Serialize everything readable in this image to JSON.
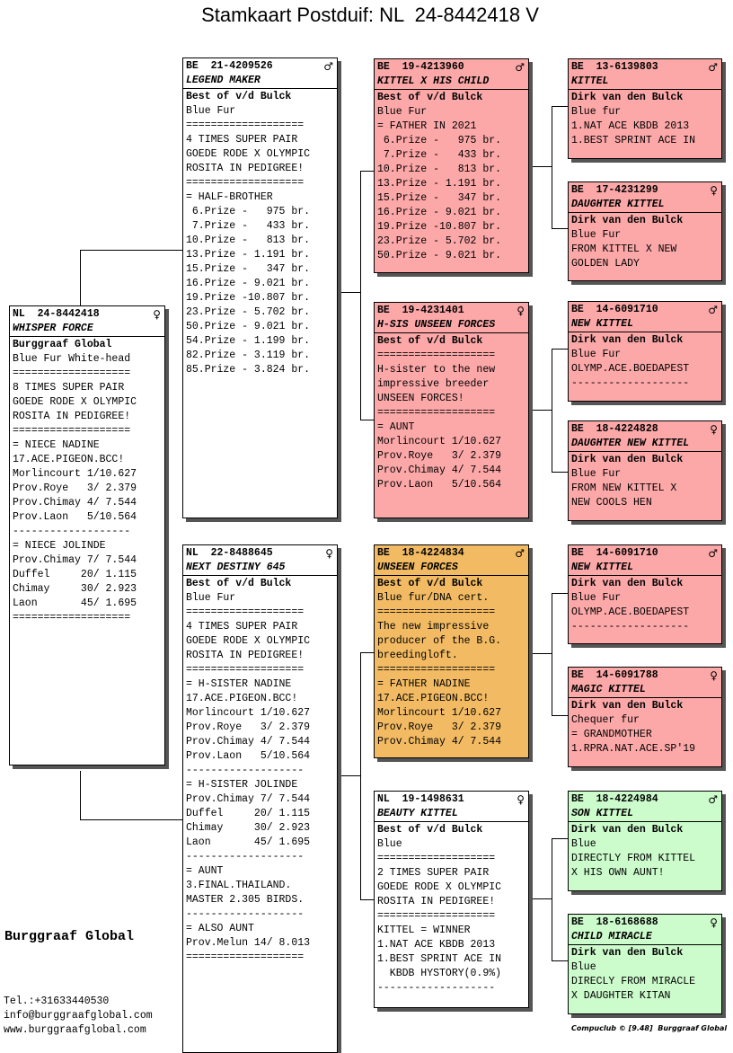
{
  "title": "Stamkaart Postduif: NL  24-8442418 V",
  "brand": "Burggraaf Global",
  "contact": [
    "Tel.:+31633440530",
    "info@burggraafglobal.com",
    "www.burggraafglobal.com"
  ],
  "footer": "Compuclub © [9.48]  Burggraaf Global",
  "symbols": {
    "male": "♂",
    "female": "♀"
  },
  "cards": [
    {
      "id": "subject",
      "color": "white",
      "ring": "NL  24-8442418",
      "sex": "female",
      "name": "WHISPER FORCE",
      "owner": "Burggraaf Global",
      "lines": [
        "Blue Fur White-head",
        "===================",
        "8 TIMES SUPER PAIR",
        "GOEDE RODE X OLYMPIC",
        "ROSITA IN PEDIGREE!",
        "===================",
        "= NIECE NADINE",
        "17.ACE.PIGEON.BCC!",
        "Morlincourt 1/10.627",
        "Prov.Roye   3/ 2.379",
        "Prov.Chimay 4/ 7.544",
        "Prov.Laon   5/10.564",
        "-------------------",
        "= NIECE JOLINDE",
        "Prov.Chimay 7/ 7.544",
        "Duffel     20/ 1.115",
        "Chimay     30/ 2.923",
        "Laon       45/ 1.695",
        "==================="
      ]
    },
    {
      "id": "father",
      "color": "white",
      "ring": "BE  21-4209526",
      "sex": "male",
      "name": "LEGEND MAKER",
      "owner": "Best of v/d Bulck",
      "lines": [
        "Blue Fur",
        "===================",
        "4 TIMES SUPER PAIR",
        "GOEDE RODE X OLYMPIC",
        "ROSITA IN PEDIGREE!",
        "===================",
        "= HALF-BROTHER",
        " 6.Prize -   975 br.",
        " 7.Prize -   433 br.",
        "10.Prize -   813 br.",
        "13.Prize - 1.191 br.",
        "15.Prize -   347 br.",
        "16.Prize - 9.021 br.",
        "19.Prize -10.807 br.",
        "23.Prize - 5.702 br.",
        "50.Prize - 9.021 br.",
        "54.Prize - 1.199 br.",
        "82.Prize - 3.119 br.",
        "85.Prize - 3.824 br."
      ]
    },
    {
      "id": "mother",
      "color": "white",
      "ring": "NL  22-8488645",
      "sex": "female",
      "name": "NEXT DESTINY 645",
      "owner": "Best of v/d Bulck",
      "lines": [
        "Blue Fur",
        "===================",
        "4 TIMES SUPER PAIR",
        "GOEDE RODE X OLYMPIC",
        "ROSITA IN PEDIGREE!",
        "===================",
        "= H-SISTER NADINE",
        "17.ACE.PIGEON.BCC!",
        "Morlincourt 1/10.627",
        "Prov.Roye   3/ 2.379",
        "Prov.Chimay 4/ 7.544",
        "Prov.Laon   5/10.564",
        "-------------------",
        "= H-SISTER JOLINDE",
        "Prov.Chimay 7/ 7.544",
        "Duffel     20/ 1.115",
        "Chimay     30/ 2.923",
        "Laon       45/ 1.695",
        "-------------------",
        "= AUNT",
        "3.FINAL.THAILAND.",
        "MASTER 2.305 BIRDS.",
        "-------------------",
        "= ALSO AUNT",
        "Prov.Melun 14/ 8.013",
        "==================="
      ]
    },
    {
      "id": "ff",
      "color": "pink",
      "ring": "BE  19-4213960",
      "sex": "male",
      "name": "KITTEL X HIS CHILD",
      "owner": "Best of v/d Bulck",
      "lines": [
        "Blue Fur",
        "= FATHER IN 2021",
        " 6.Prize -   975 br.",
        " 7.Prize -   433 br.",
        "10.Prize -   813 br.",
        "13.Prize - 1.191 br.",
        "15.Prize -   347 br.",
        "16.Prize - 9.021 br.",
        "19.Prize -10.807 br.",
        "23.Prize - 5.702 br.",
        "50.Prize - 9.021 br."
      ]
    },
    {
      "id": "fm",
      "color": "pink",
      "ring": "BE  19-4231401",
      "sex": "female",
      "name": "H-SIS UNSEEN FORCES",
      "owner": "Best of v/d Bulck",
      "lines": [
        "===================",
        "H-sister to the new",
        "impressive breeder",
        "UNSEEN FORCES!",
        "===================",
        "= AUNT",
        "Morlincourt 1/10.627",
        "Prov.Roye   3/ 2.379",
        "Prov.Chimay 4/ 7.544",
        "Prov.Laon   5/10.564"
      ]
    },
    {
      "id": "mf",
      "color": "orange",
      "ring": "BE  18-4224834",
      "sex": "male",
      "name": "UNSEEN FORCES",
      "owner": "Best of v/d Bulck",
      "lines": [
        "Blue fur/DNA cert.",
        "===================",
        "The new impressive",
        "producer of the B.G.",
        "breedingloft.",
        "===================",
        "= FATHER NADINE",
        "17.ACE.PIGEON.BCC!",
        "Morlincourt 1/10.627",
        "Prov.Roye   3/ 2.379",
        "Prov.Chimay 4/ 7.544"
      ]
    },
    {
      "id": "mm",
      "color": "white",
      "ring": "NL  19-1498631",
      "sex": "female",
      "name": "BEAUTY KITTEL",
      "owner": "Best of v/d Bulck",
      "lines": [
        "Blue",
        "===================",
        "2 TIMES SUPER PAIR",
        "GOEDE RODE X OLYMPIC",
        "ROSITA IN PEDIGREE!",
        "===================",
        "KITTEL = WINNER",
        "1.NAT ACE KBDB 2013",
        "1.BEST SPRINT ACE IN",
        "  KBDB HYSTORY(0.9%)",
        "-------------------"
      ]
    },
    {
      "id": "fff",
      "color": "pink",
      "ring": "BE  13-6139803",
      "sex": "male",
      "name": "KITTEL",
      "owner": "Dirk van den Bulck",
      "lines": [
        "Blue fur",
        "1.NAT ACE KBDB 2013",
        "1.BEST SPRINT ACE IN"
      ]
    },
    {
      "id": "ffm",
      "color": "pink",
      "ring": "BE  17-4231299",
      "sex": "female",
      "name": "DAUGHTER KITTEL",
      "owner": "Dirk van den Bulck",
      "lines": [
        "Blue Fur",
        "FROM KITTEL X NEW",
        "GOLDEN LADY"
      ]
    },
    {
      "id": "fmf",
      "color": "pink",
      "ring": "BE  14-6091710",
      "sex": "male",
      "name": "NEW KITTEL",
      "owner": "Dirk van den Bulck",
      "lines": [
        "Blue Fur",
        "OLYMP.ACE.BOEDAPEST",
        "-------------------"
      ]
    },
    {
      "id": "fmm",
      "color": "pink",
      "ring": "BE  18-4224828",
      "sex": "female",
      "name": "DAUGHTER NEW KITTEL",
      "owner": "Dirk van den Bulck",
      "lines": [
        "Blue Fur",
        "FROM NEW KITTEL X",
        "NEW COOLS HEN"
      ]
    },
    {
      "id": "mff",
      "color": "pink",
      "ring": "BE  14-6091710",
      "sex": "male",
      "name": "NEW KITTEL",
      "owner": "Dirk van den Bulck",
      "lines": [
        "Blue Fur",
        "OLYMP.ACE.BOEDAPEST",
        "-------------------"
      ]
    },
    {
      "id": "mfm",
      "color": "pink",
      "ring": "BE  14-6091788",
      "sex": "female",
      "name": "MAGIC KITTEL",
      "owner": "Dirk van den Bulck",
      "lines": [
        "Chequer fur",
        "= GRANDMOTHER",
        "1.RPRA.NAT.ACE.SP'19"
      ]
    },
    {
      "id": "mmf",
      "color": "green",
      "ring": "BE  18-4224984",
      "sex": "male",
      "name": "SON KITTEL",
      "owner": "Dirk van den Bulck",
      "lines": [
        "Blue",
        "DIRECTLY FROM KITTEL",
        "X HIS OWN AUNT!"
      ]
    },
    {
      "id": "mmm",
      "color": "green",
      "ring": "BE  18-6168688",
      "sex": "female",
      "name": "CHILD MIRACLE",
      "owner": "Dirk van den Bulck",
      "lines": [
        "Blue",
        "DIRECLY FROM MIRACLE",
        "X DAUGHTER KITAN"
      ]
    }
  ]
}
